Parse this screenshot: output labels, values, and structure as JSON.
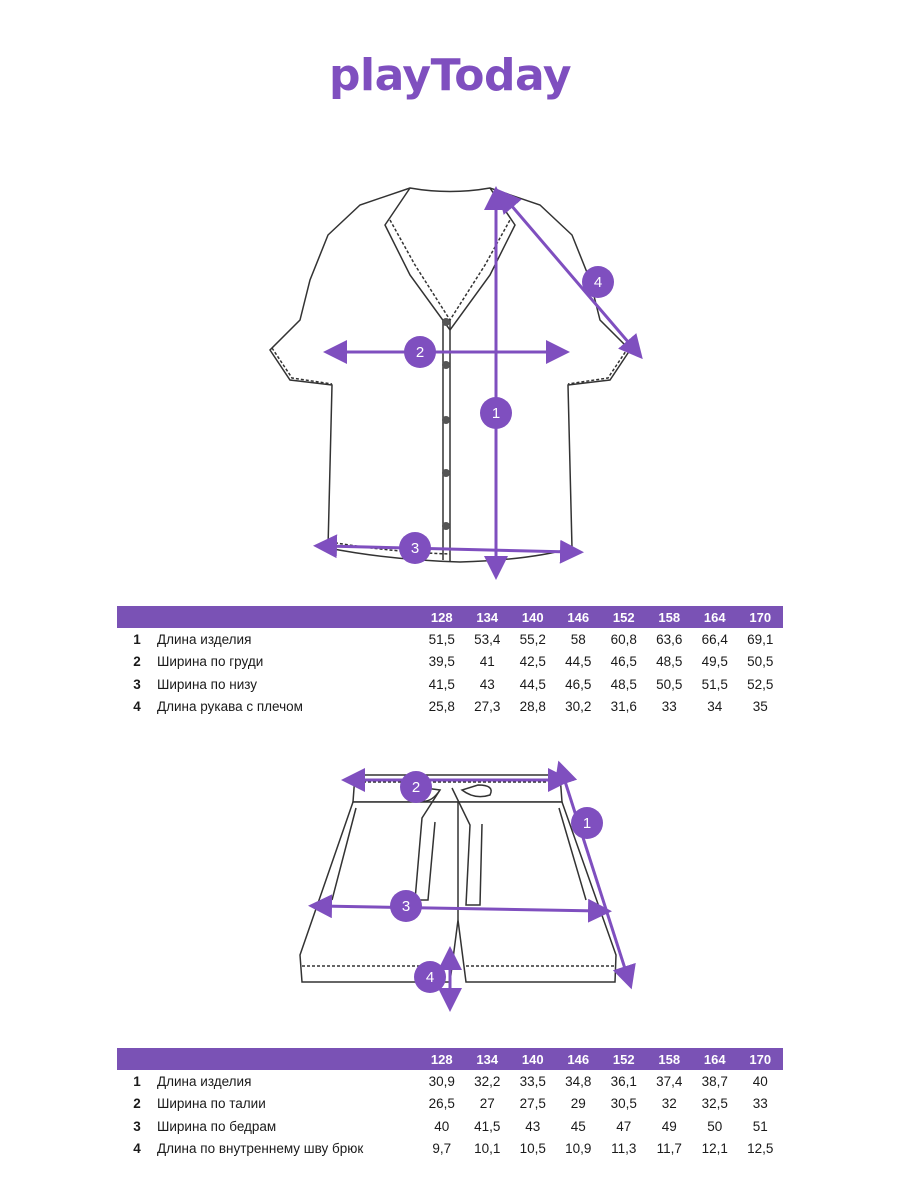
{
  "brand": {
    "name": "playToday",
    "color": "#7f4fbf"
  },
  "shirt": {
    "callouts": [
      "1",
      "2",
      "3",
      "4"
    ],
    "table": {
      "sizes": [
        "128",
        "134",
        "140",
        "146",
        "152",
        "158",
        "164",
        "170"
      ],
      "rows": [
        {
          "num": "1",
          "name": "Длина изделия",
          "values": [
            "51,5",
            "53,4",
            "55,2",
            "58",
            "60,8",
            "63,6",
            "66,4",
            "69,1"
          ]
        },
        {
          "num": "2",
          "name": "Ширина по груди",
          "values": [
            "39,5",
            "41",
            "42,5",
            "44,5",
            "46,5",
            "48,5",
            "49,5",
            "50,5"
          ]
        },
        {
          "num": "3",
          "name": "Ширина по низу",
          "values": [
            "41,5",
            "43",
            "44,5",
            "46,5",
            "48,5",
            "50,5",
            "51,5",
            "52,5"
          ]
        },
        {
          "num": "4",
          "name": "Длина рукава с плечом",
          "values": [
            "25,8",
            "27,3",
            "28,8",
            "30,2",
            "31,6",
            "33",
            "34",
            "35"
          ]
        }
      ]
    }
  },
  "shorts": {
    "callouts": [
      "1",
      "2",
      "3",
      "4"
    ],
    "table": {
      "sizes": [
        "128",
        "134",
        "140",
        "146",
        "152",
        "158",
        "164",
        "170"
      ],
      "rows": [
        {
          "num": "1",
          "name": "Длина изделия",
          "values": [
            "30,9",
            "32,2",
            "33,5",
            "34,8",
            "36,1",
            "37,4",
            "38,7",
            "40"
          ]
        },
        {
          "num": "2",
          "name": "Ширина по талии",
          "values": [
            "26,5",
            "27",
            "27,5",
            "29",
            "30,5",
            "32",
            "32,5",
            "33"
          ]
        },
        {
          "num": "3",
          "name": "Ширина по бедрам",
          "values": [
            "40",
            "41,5",
            "43",
            "45",
            "47",
            "49",
            "50",
            "51"
          ]
        },
        {
          "num": "4",
          "name": "Длина по внутреннему шву брюк",
          "values": [
            "9,7",
            "10,1",
            "10,5",
            "10,9",
            "11,3",
            "11,7",
            "12,1",
            "12,5"
          ]
        }
      ]
    }
  }
}
